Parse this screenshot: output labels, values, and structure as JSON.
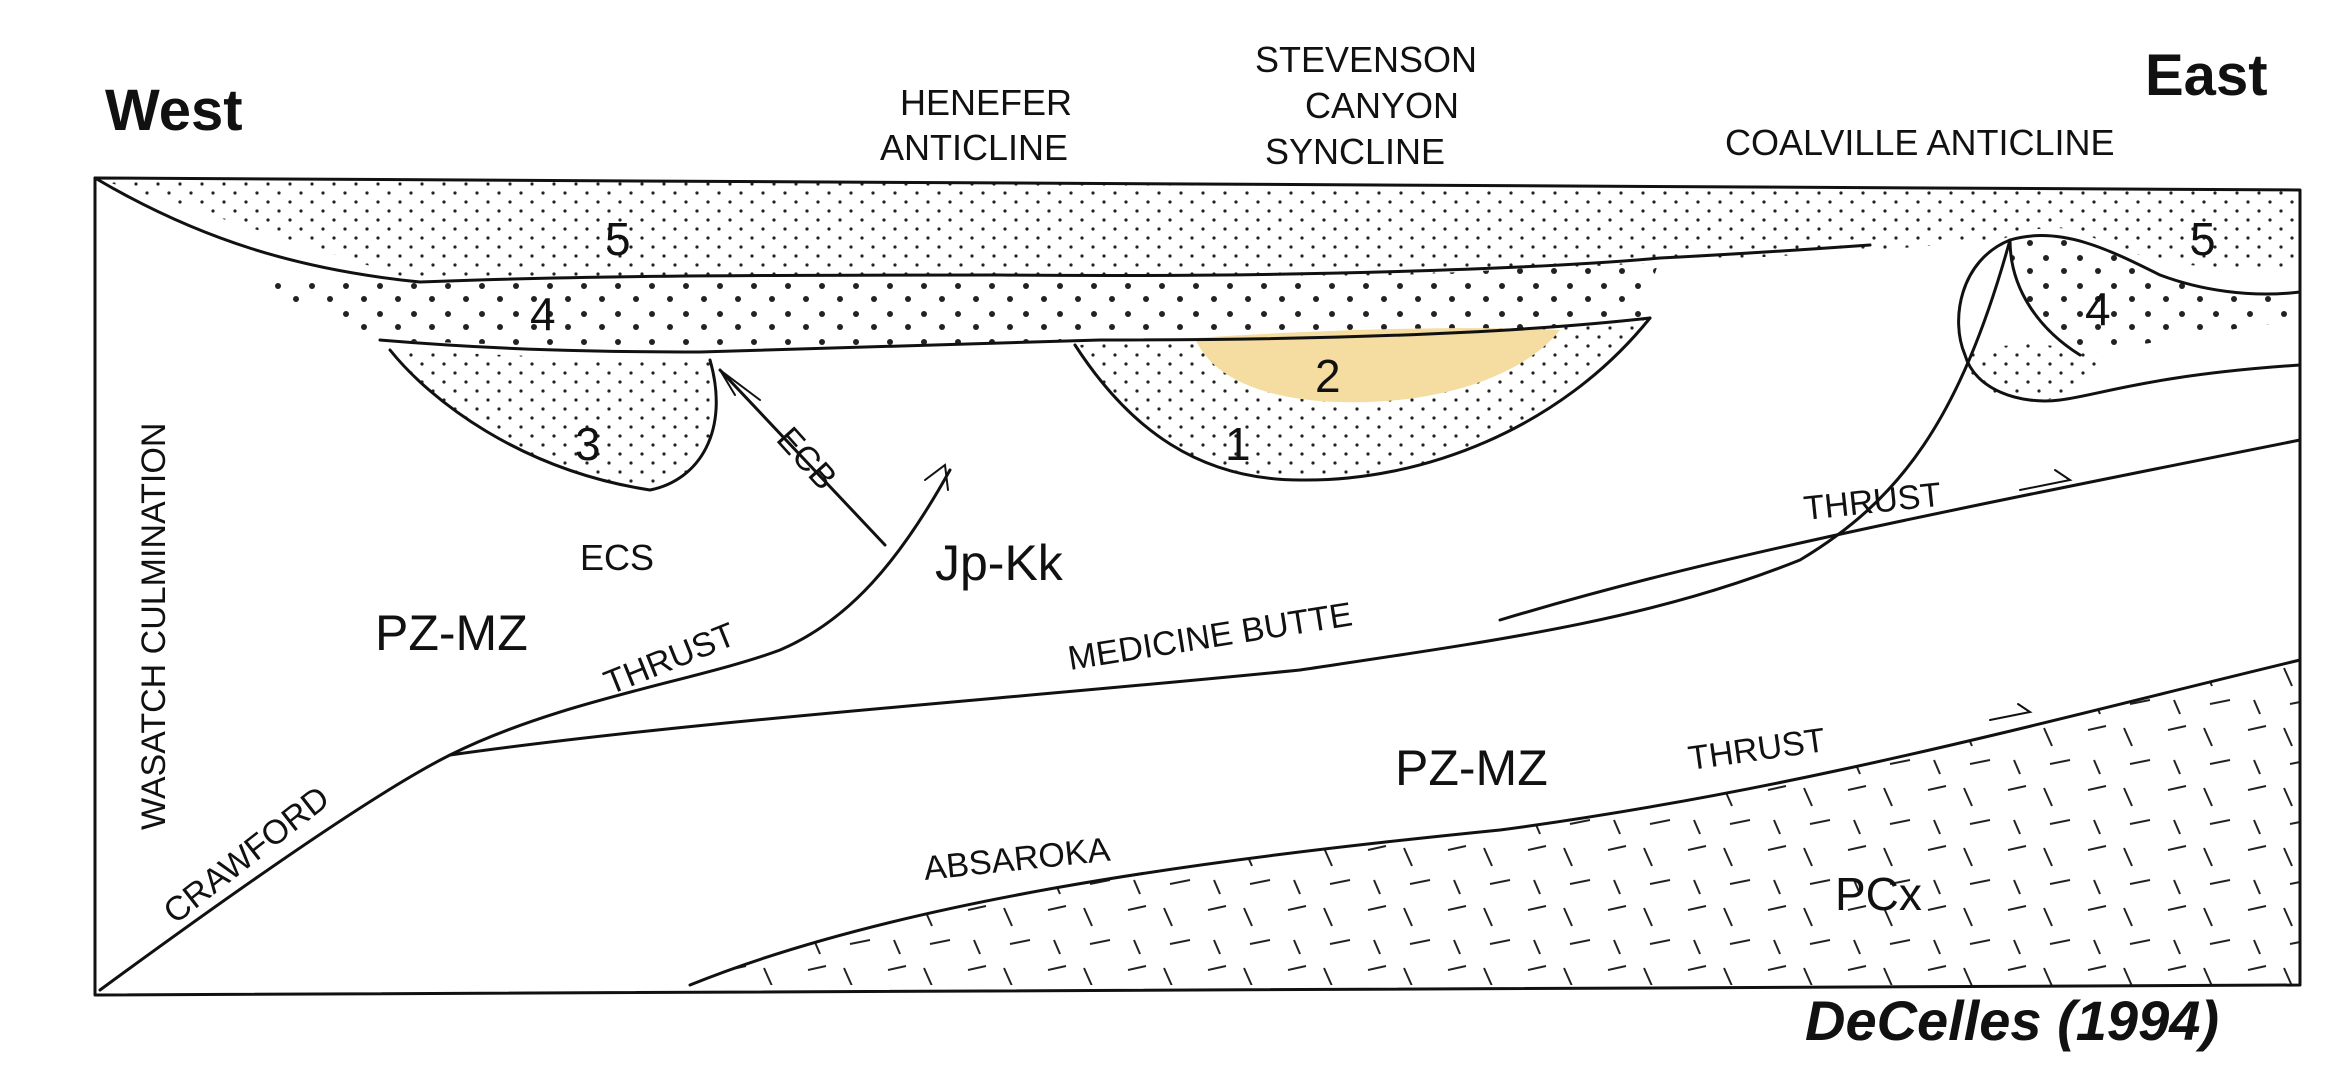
{
  "orientation": {
    "west": "West",
    "east": "East"
  },
  "structures": {
    "henefer": [
      "HENEFER",
      "ANTICLINE"
    ],
    "stevenson": [
      "STEVENSON",
      "CANYON",
      "SYNCLINE"
    ],
    "coalville": "COALVILLE ANTICLINE"
  },
  "units": {
    "u1": "1",
    "u2": "2",
    "u3": "3",
    "u4_west": "4",
    "u4_east": "4",
    "u5_west": "5",
    "u5_east": "5",
    "pzmz_upper": "PZ-MZ",
    "pzmz_lower": "PZ-MZ",
    "jpkk": "Jp-Kk",
    "ecs": "ECS",
    "ecb": "ECB",
    "pcx": "PCx"
  },
  "faults": {
    "wasatch": "WASATCH CULMINATION",
    "crawford": "CRAWFORD",
    "crawford_thrust": "THRUST",
    "medicine_butte": "MEDICINE BUTTE",
    "medicine_thrust": "THRUST",
    "absaroka": "ABSAROKA",
    "absaroka_thrust": "THRUST"
  },
  "citation": "DeCelles (1994)",
  "colors": {
    "highlight_unit_2": "#f5dca0",
    "ink": "#111111",
    "citation": "#333333"
  }
}
